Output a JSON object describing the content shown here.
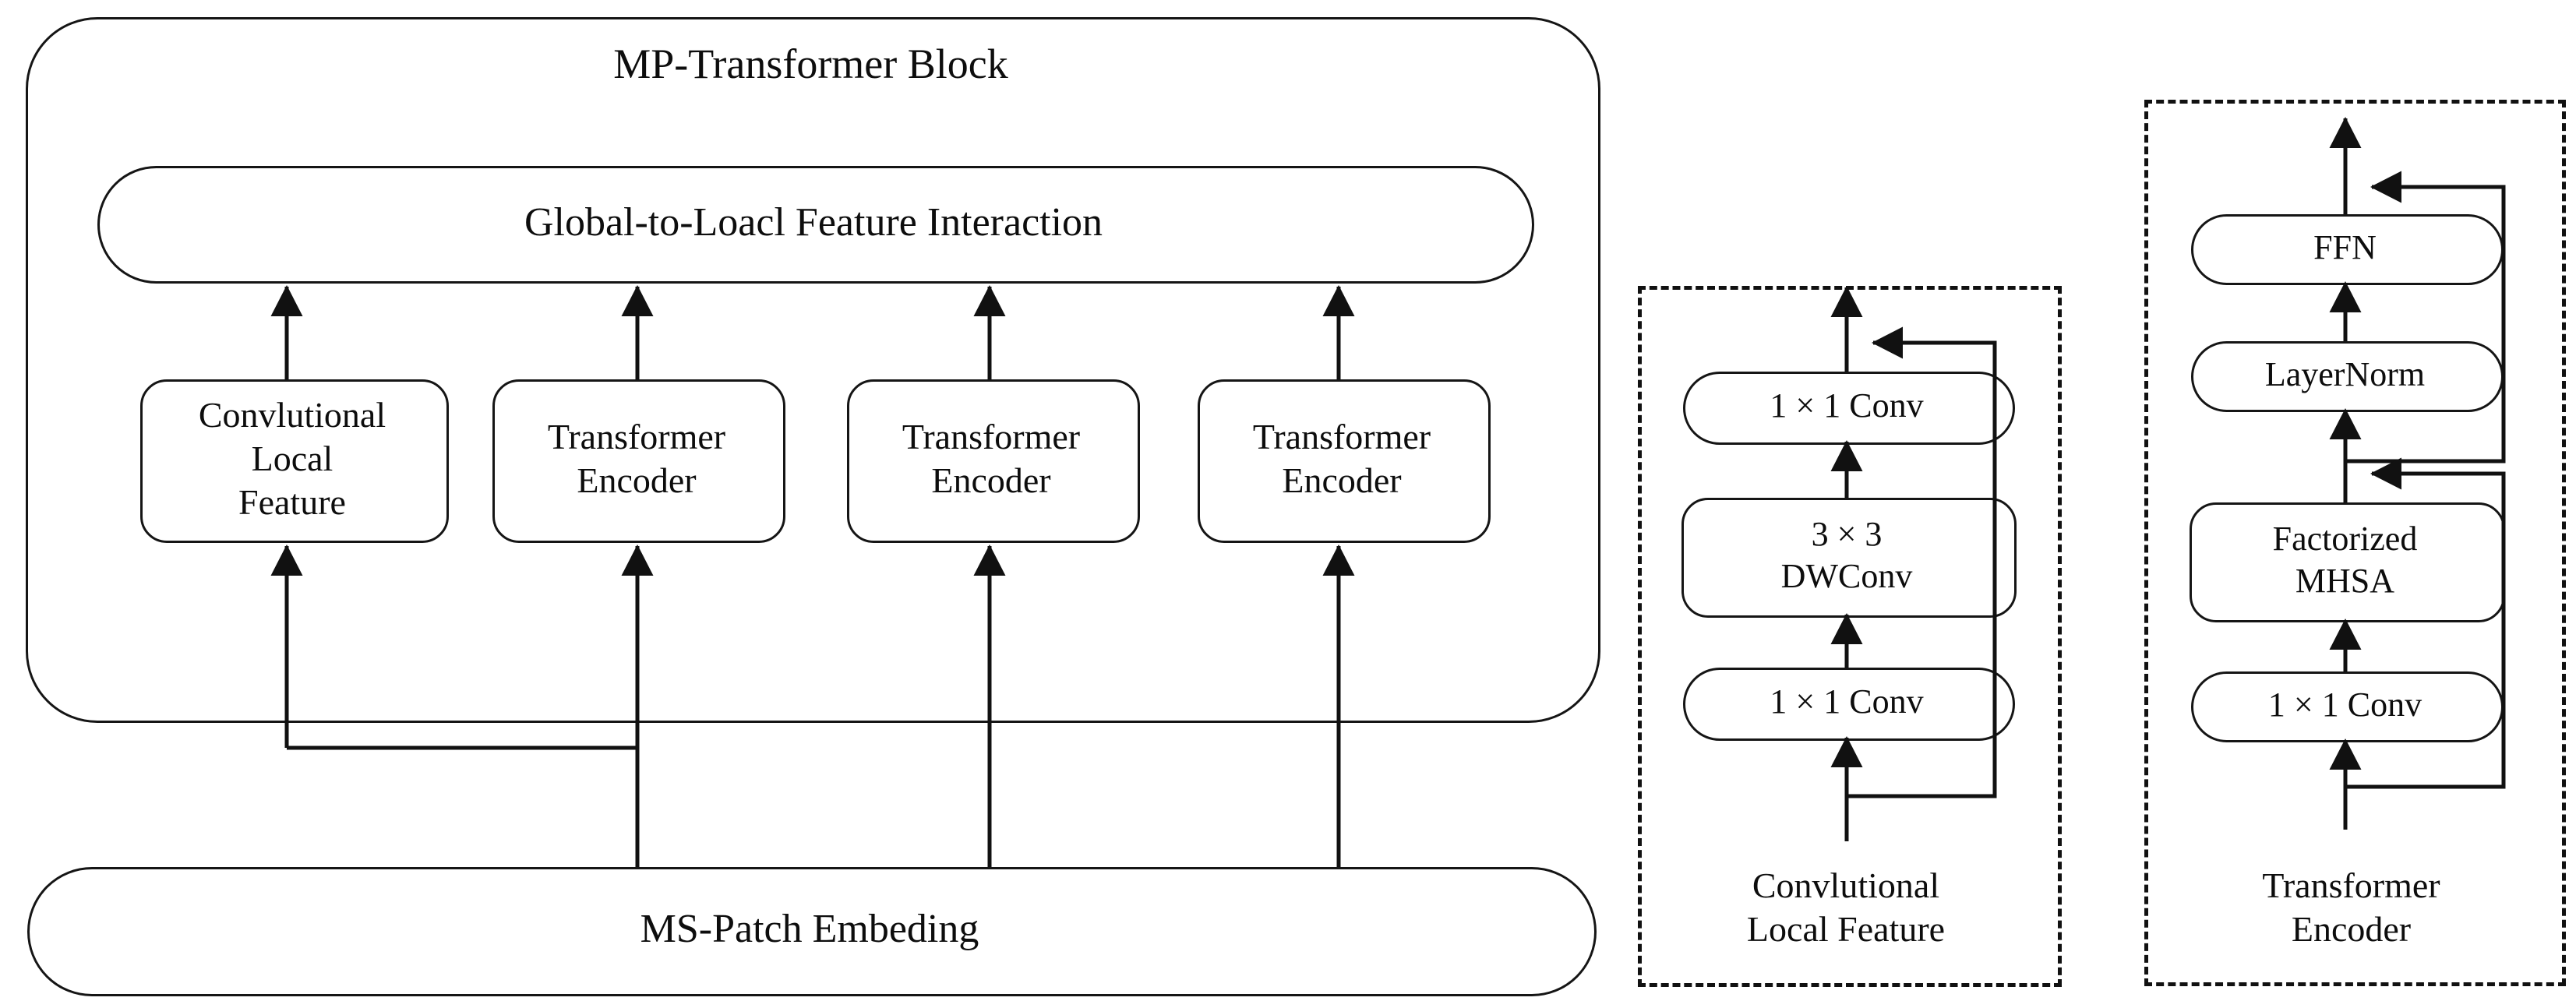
{
  "diagram": {
    "type": "architecture-block-diagram",
    "title": "MP-Transformer Block",
    "main_block": {
      "label": "MP-Transformer Block",
      "interaction_bar": "Global-to-Loacl Feature Interaction",
      "branches": [
        {
          "label": "Convlutional\nLocal\nFeature",
          "kind": "conv"
        },
        {
          "label": "Transformer\nEncoder",
          "kind": "transformer"
        },
        {
          "label": "Transformer\nEncoder",
          "kind": "transformer"
        },
        {
          "label": "Transformer\nEncoder",
          "kind": "transformer"
        }
      ],
      "input_block": "MS-Patch Embeding"
    },
    "detail_panels": [
      {
        "caption": "Convlutional\nLocal Feature",
        "stages": [
          {
            "label": "1 × 1 Conv"
          },
          {
            "label": "3 × 3\nDWConv"
          },
          {
            "label": "1 × 1 Conv"
          }
        ],
        "residuals": 1
      },
      {
        "caption": "Transformer\nEncoder",
        "stages": [
          {
            "label": "FFN"
          },
          {
            "label": "LayerNorm"
          },
          {
            "label": "Factorized\nMHSA"
          },
          {
            "label": "1 × 1 Conv"
          }
        ],
        "residuals": 2
      }
    ],
    "colors": {
      "stroke": "#151515",
      "background": "#ffffff",
      "text": "#0d0d0d"
    }
  }
}
